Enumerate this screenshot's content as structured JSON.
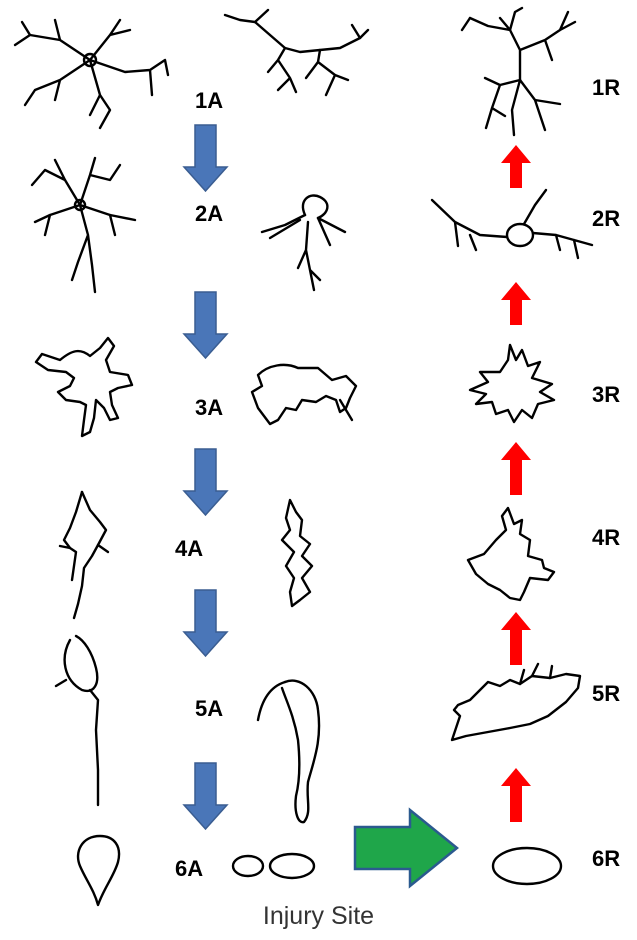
{
  "labels": {
    "a": [
      "1A",
      "2A",
      "3A",
      "4A",
      "5A",
      "6A"
    ],
    "r": [
      "1R",
      "2R",
      "3R",
      "4R",
      "5R",
      "6R"
    ]
  },
  "caption": "Injury Site",
  "colors": {
    "activation_arrow": "#4a76b8",
    "recovery_arrow": "#ff0000",
    "transition_arrow": "#1fa64a",
    "cell_outline": "#000000"
  }
}
